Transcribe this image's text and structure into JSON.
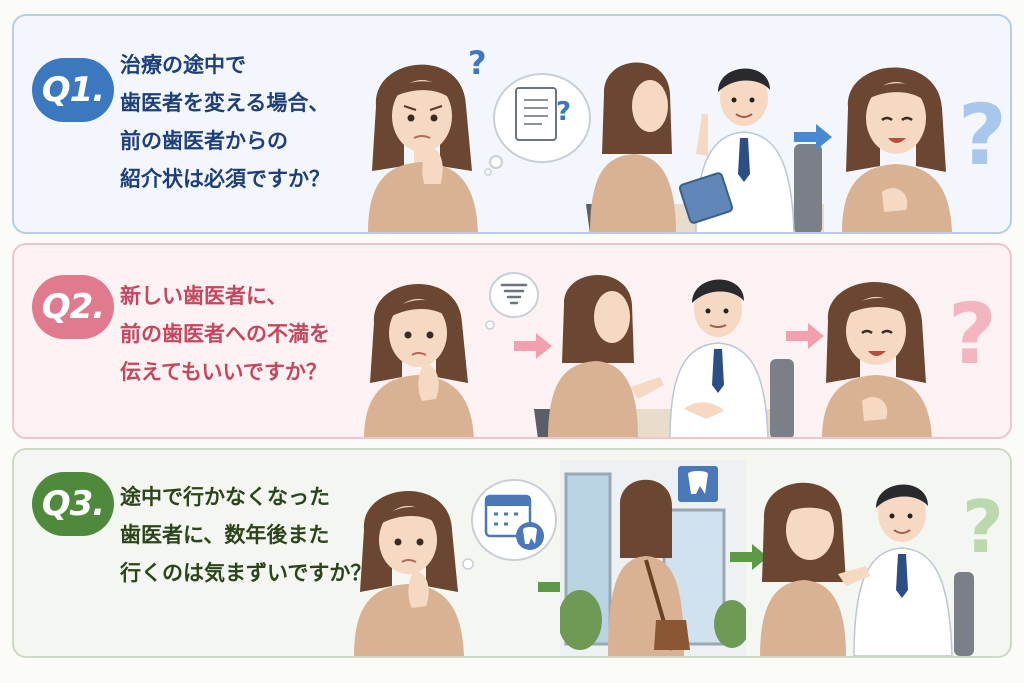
{
  "panels": [
    {
      "badge": "Q1.",
      "lines": [
        "治療の途中で",
        "歯医者を変える場合、",
        "前の歯医者からの",
        "紹介状は必須ですか？"
      ],
      "accent": "#3b78bf",
      "thought_icon": "document-icon"
    },
    {
      "badge": "Q2.",
      "lines": [
        "新しい歯医者に、",
        "前の歯医者への不満を",
        "伝えてもいいですか？"
      ],
      "accent": "#e07a8f",
      "thought_icon": "tornado-icon"
    },
    {
      "badge": "Q3.",
      "lines": [
        "途中で行かなくなった",
        "歯医者に、数年後また",
        "行くのは気まずいですか？"
      ],
      "accent": "#4f8a3c",
      "thought_icon": "calendar-tooth-icon"
    }
  ],
  "marks": {
    "question": "?"
  }
}
